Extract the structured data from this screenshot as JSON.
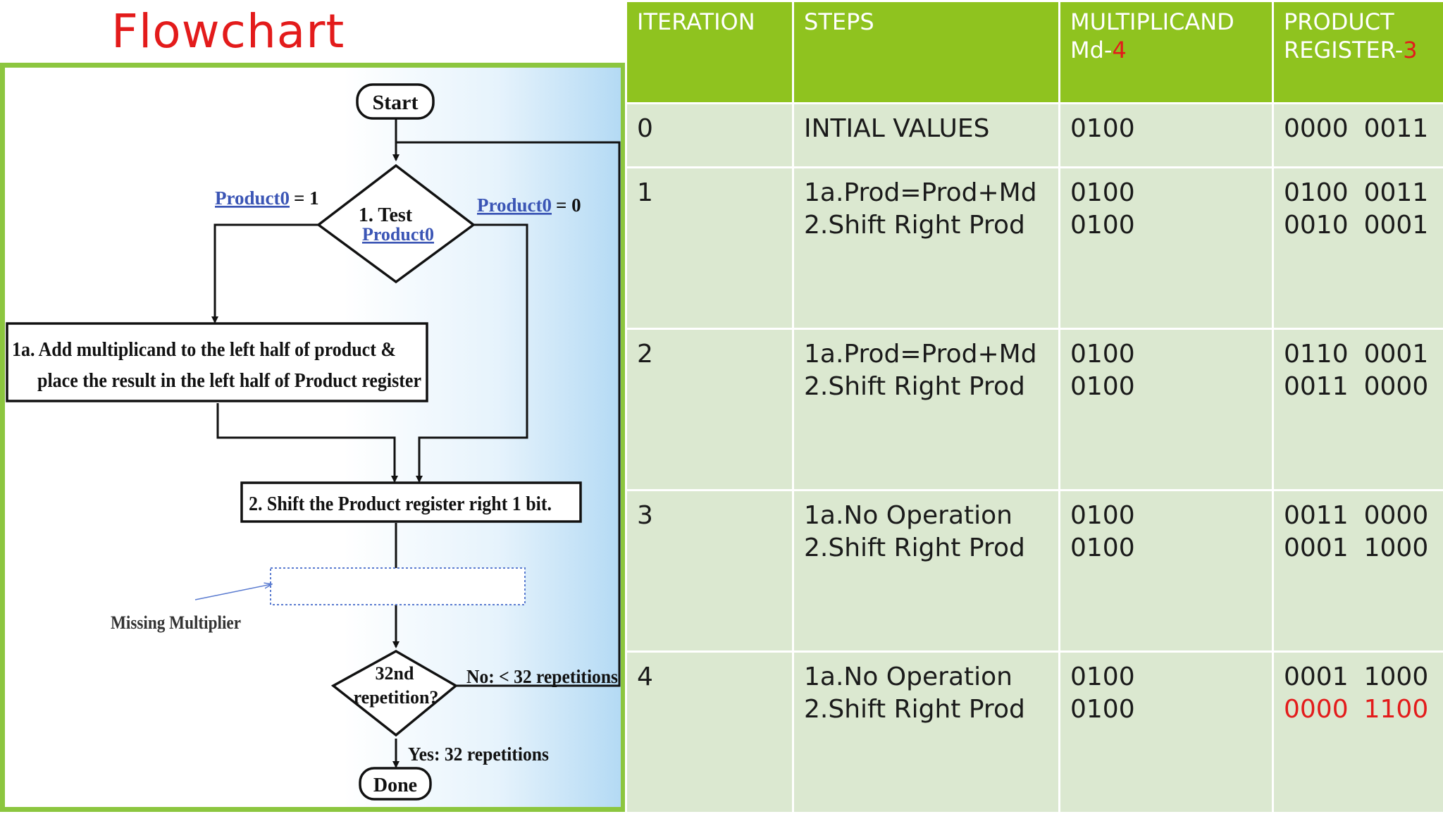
{
  "title": "Flowchart",
  "flowchart": {
    "start": "Start",
    "test_line1": "1. Test",
    "test_line2": "Product0",
    "product0_eq1": "Product0",
    "eq1": "= 1",
    "product0_eq0": "Product0",
    "eq0": "= 0",
    "add_line1": "1a. Add multiplicand to the left half of product &",
    "add_line2": "place the result in the left half of Product register",
    "shift": "2. Shift the Product register right 1 bit.",
    "missing": "Missing Multiplier",
    "rep_line1": "32nd",
    "rep_line2": "repetition?",
    "no_label": "No: < 32 repetitions",
    "yes_label": "Yes: 32 repetitions",
    "done": "Done"
  },
  "table": {
    "headers": {
      "iteration": "ITERATION",
      "steps": "STEPS",
      "multiplicand_line1": "MULTIPLICAND",
      "multiplicand_line2": "Md-",
      "multiplicand_value": "4",
      "product_line1": "PRODUCT",
      "product_line2": "REGISTER-",
      "product_value": "3"
    },
    "rows": [
      {
        "iteration": "0",
        "steps": [
          "INTIAL VALUES"
        ],
        "md": [
          "0100"
        ],
        "prod": [
          [
            "0000",
            "0011"
          ]
        ]
      },
      {
        "iteration": "1",
        "steps": [
          "1a.Prod=Prod+Md",
          "2.Shift Right Prod"
        ],
        "md": [
          "0100",
          "0100"
        ],
        "prod": [
          [
            "0100",
            "0011"
          ],
          [
            "0010",
            "0001"
          ]
        ]
      },
      {
        "iteration": "2",
        "steps": [
          "1a.Prod=Prod+Md",
          "2.Shift Right Prod"
        ],
        "md": [
          "0100",
          "0100"
        ],
        "prod": [
          [
            "0110",
            "0001"
          ],
          [
            "0011",
            "0000"
          ]
        ]
      },
      {
        "iteration": "3",
        "steps": [
          "1a.No Operation",
          "2.Shift Right Prod"
        ],
        "md": [
          "0100",
          "0100"
        ],
        "prod": [
          [
            "0011",
            "0000"
          ],
          [
            "0001",
            "1000"
          ]
        ]
      },
      {
        "iteration": "4",
        "steps": [
          "1a.No Operation",
          "2.Shift Right Prod"
        ],
        "md": [
          "0100",
          "0100"
        ],
        "prod": [
          [
            "0001",
            "1000"
          ],
          [
            "0000",
            "1100"
          ]
        ]
      }
    ]
  },
  "colors": {
    "accent_red": "#e31b1b",
    "header_green": "#8fc31f",
    "cell_bg": "#dbe8d0",
    "link_blue": "#3b55b5"
  }
}
